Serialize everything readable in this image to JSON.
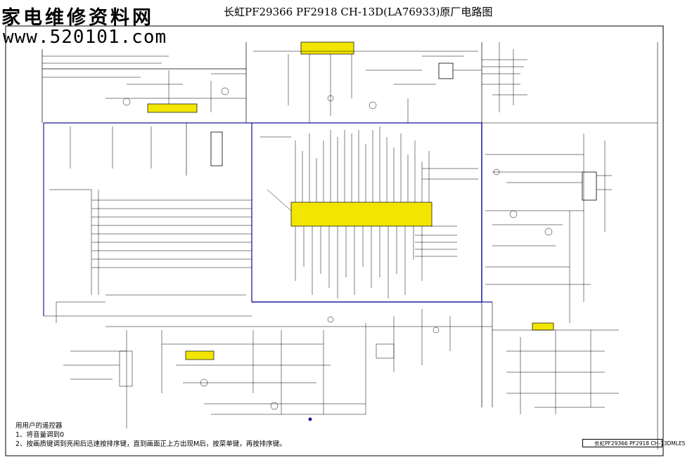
{
  "header": {
    "site_logo": "家电维修资料网",
    "site_url": "www.520101.com",
    "title": "长虹PF29366  PF2918  CH-13D(LA76933)原厂电路图"
  },
  "notes": {
    "heading": "用用户的遥控器",
    "step1": "1、将音量调到0",
    "step2": "2、按画质键调到亮闹后迅速按排序键，直到画面正上方出现M后，按菜单键，再按排序键。"
  },
  "title_block": {
    "text": "长虹PF29366 PF2918  CH-13DMLE5"
  },
  "colors": {
    "ink": "#000000",
    "main_board_outline": "#1a1aa0",
    "highlight_ic": "#f2e600",
    "annotation_red": "#c00000"
  }
}
